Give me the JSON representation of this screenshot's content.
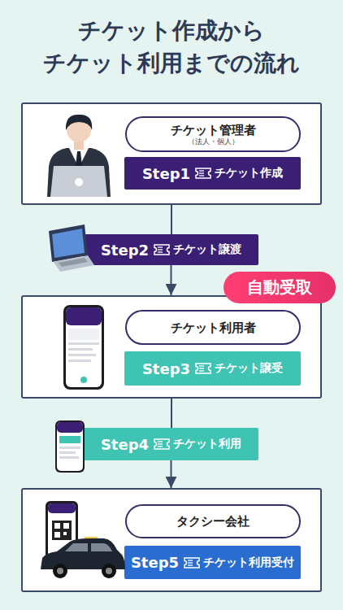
{
  "diagram": {
    "title": "チケット作成から チケット利用までの流れ",
    "nodes": [
      {
        "text": []
      },
      {
        "text": [
          "チケット管理者",
          "（法人・個人）"
        ],
        "in": 0
      },
      {
        "text": [
          "Step1",
          "チケット作成"
        ],
        "in": 0
      },
      {
        "text": [
          "Step2",
          "チケット譲渡"
        ]
      },
      {
        "text": [
          "自動受取"
        ]
      },
      {
        "text": []
      },
      {
        "text": [
          "チケット利用者"
        ],
        "in": 5
      },
      {
        "text": [
          "Step3",
          "チケット譲受"
        ],
        "in": 5
      },
      {
        "text": [
          "Step4",
          "チケット利用"
        ]
      },
      {
        "text": []
      },
      {
        "text": [
          "タクシー会社"
        ],
        "in": 9
      },
      {
        "text": [
          "Step5",
          "チケット利用受付"
        ],
        "in": 9
      }
    ],
    "edges": [
      {
        "from": 0,
        "to": 3,
        "arrow": "none"
      },
      {
        "from": 3,
        "to": 5,
        "arrow": "to"
      },
      {
        "from": 5,
        "to": 8,
        "arrow": "none"
      },
      {
        "from": 8,
        "to": 9,
        "arrow": "to"
      }
    ]
  }
}
